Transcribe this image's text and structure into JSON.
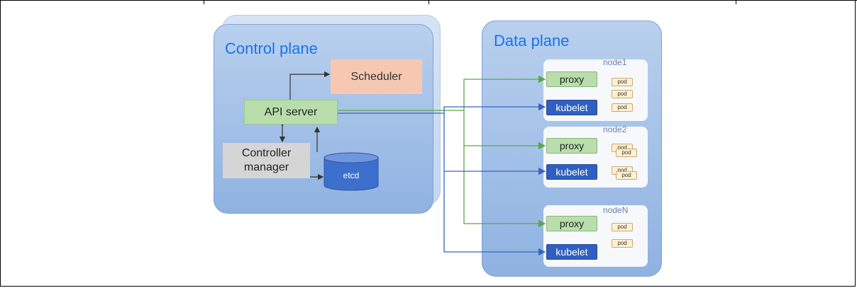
{
  "control_plane": {
    "title": "Control plane",
    "scheduler": "Scheduler",
    "api_server": "API server",
    "controller_manager_line1": "Controller",
    "controller_manager_line2": "manager",
    "etcd": "etcd"
  },
  "data_plane": {
    "title": "Data plane",
    "nodes": [
      {
        "label": "node1",
        "proxy": "proxy",
        "kubelet": "kubelet",
        "pods": [
          "pod",
          "pod",
          "pod"
        ]
      },
      {
        "label": "node2",
        "proxy": "proxy",
        "kubelet": "kubelet",
        "pods": [
          "pod",
          "pod",
          "pod",
          "pod"
        ]
      },
      {
        "label": "nodeN",
        "proxy": "proxy",
        "kubelet": "kubelet",
        "pods": [
          "pod",
          "pod"
        ]
      }
    ]
  },
  "colors": {
    "plane_fill": "#8fb2e1",
    "scheduler": "#f6c8b2",
    "api_server": "#b9deac",
    "controller": "#d5d5d5",
    "etcd": "#3d6fcc",
    "kubelet": "#2f5fbf",
    "proxy_link": "#5aa845",
    "kubelet_link": "#3a63c2"
  }
}
